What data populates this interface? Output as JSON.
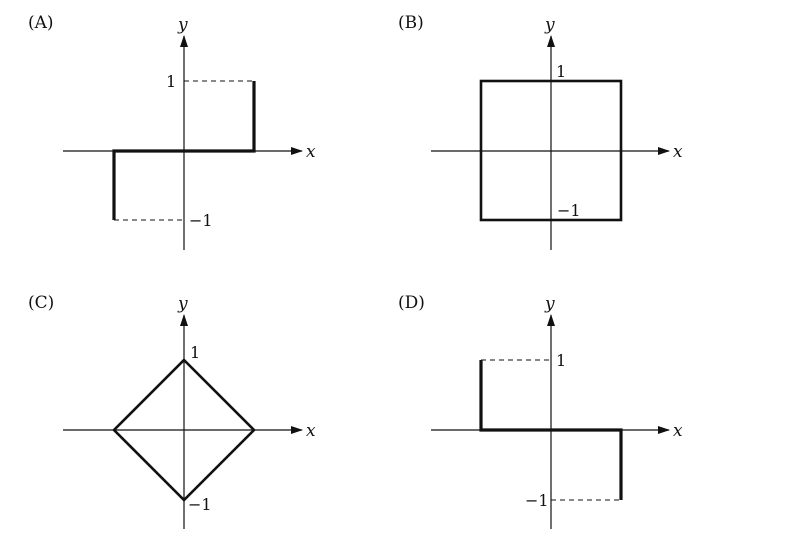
{
  "panels": [
    {
      "label": "(A)",
      "x_axis": "x",
      "y_axis": "y",
      "tick_pos": "1",
      "tick_neg": "−1",
      "shape": "step: y=-1 at x=-1, y=0 on [-1,1], y=1 at x=1"
    },
    {
      "label": "(B)",
      "x_axis": "x",
      "y_axis": "y",
      "tick_pos": "1",
      "tick_neg": "−1",
      "shape": "square |x|=1,|y|=1"
    },
    {
      "label": "(C)",
      "x_axis": "x",
      "y_axis": "y",
      "tick_pos": "1",
      "tick_neg": "−1",
      "shape": "diamond |x|+|y|=1"
    },
    {
      "label": "(D)",
      "x_axis": "x",
      "y_axis": "y",
      "tick_pos": "1",
      "tick_neg": "−1",
      "shape": "step: y=1 at x=-1, y=0 on [-1,1], y=-1 at x=1"
    }
  ]
}
